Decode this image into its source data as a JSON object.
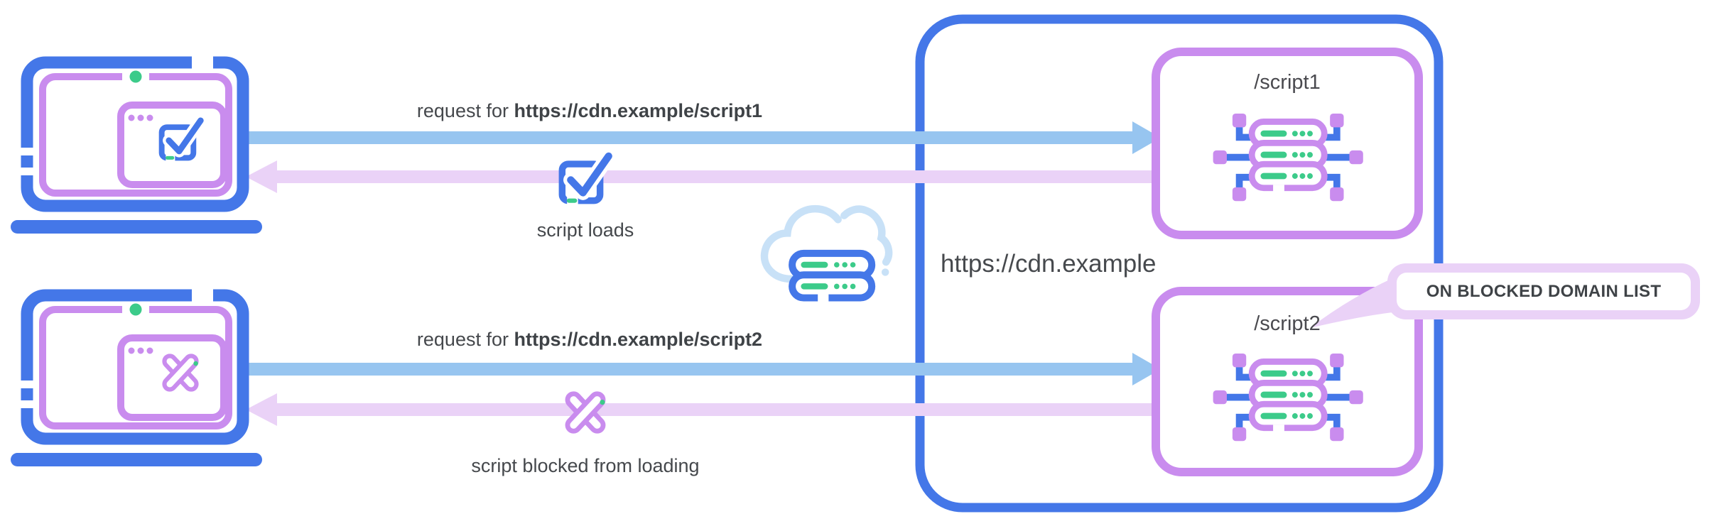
{
  "diagram": {
    "title_hint": "CDN script blocking flow",
    "client1": {
      "icon": "laptop-check-icon"
    },
    "client2": {
      "icon": "laptop-blocked-icon"
    },
    "flow1": {
      "request_prefix": "request for ",
      "request_url": "https://cdn.example/script1",
      "response_label": "script loads",
      "response_icon": "check-square-icon"
    },
    "flow2": {
      "request_prefix": "request for ",
      "request_url": "https://cdn.example/script2",
      "response_label": "script blocked from loading",
      "response_icon": "blocked-cross-icon"
    },
    "network": {
      "icon": "cloud-server-icon"
    },
    "cdn": {
      "label": "https://cdn.example",
      "endpoints": [
        {
          "label": "/script1",
          "icon": "server-node-icon"
        },
        {
          "label": "/script2",
          "icon": "server-node-icon"
        }
      ],
      "callout": {
        "label": "ON BLOCKED DOMAIN LIST"
      }
    },
    "colors": {
      "blue": "#4477E8",
      "arrow_blue": "#97C5F0",
      "cloud_blue": "#C8E1F7",
      "purple": "#C98CEE",
      "lavender": "#EAD2F7",
      "green": "#3CCB8A",
      "text": "#45484C"
    }
  }
}
